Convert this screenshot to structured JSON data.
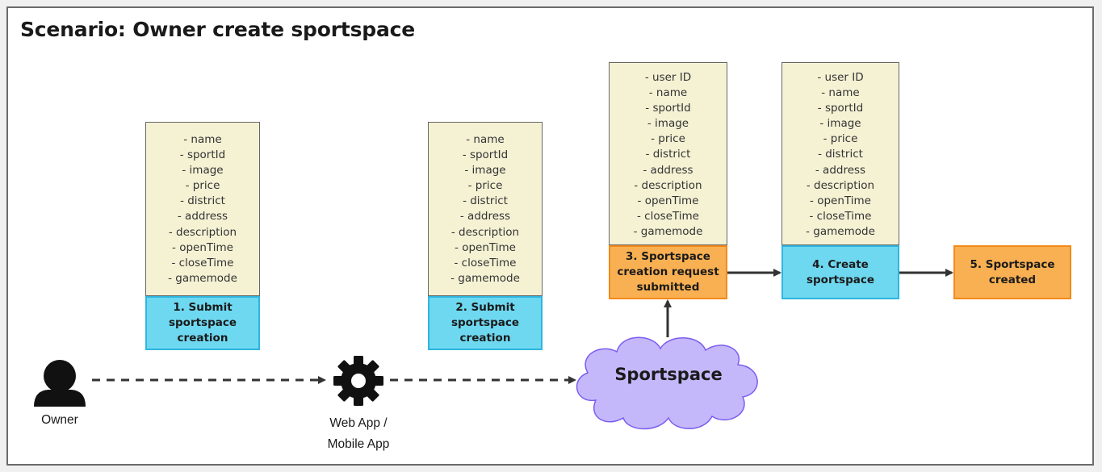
{
  "title": "Scenario: Owner create sportspace",
  "actors": {
    "owner": "Owner",
    "app_line1": "Web App /",
    "app_line2": "Mobile App",
    "system": "Sportspace"
  },
  "payload_basic": [
    "- name",
    "- sportId",
    "- image",
    "- price",
    "- district",
    "- address",
    "- description",
    "- openTime",
    "- closeTime",
    "- gamemode"
  ],
  "payload_full": [
    "- user ID",
    "- name",
    "- sportId",
    "- image",
    "- price",
    "- district",
    "- address",
    "- description",
    "- openTime",
    "- closeTime",
    "- gamemode"
  ],
  "steps": {
    "s1": "1. Submit\nsportspace\ncreation",
    "s2": "2. Submit\nsportspace\ncreation",
    "s3": "3. Sportspace\ncreation request\nsubmitted",
    "s4": "4. Create\nsportspace",
    "s5": "5. Sportspace\ncreated"
  },
  "colors": {
    "field_bg": "#f5f2d4",
    "step_blue": "#6ed8f0",
    "step_orange": "#f9b052",
    "cloud": "#c4b8fb",
    "cloud_stroke": "#7c5cf0"
  },
  "icons": {
    "owner": "user-silhouette-icon",
    "app": "gear-icon",
    "system": "cloud-shape"
  }
}
